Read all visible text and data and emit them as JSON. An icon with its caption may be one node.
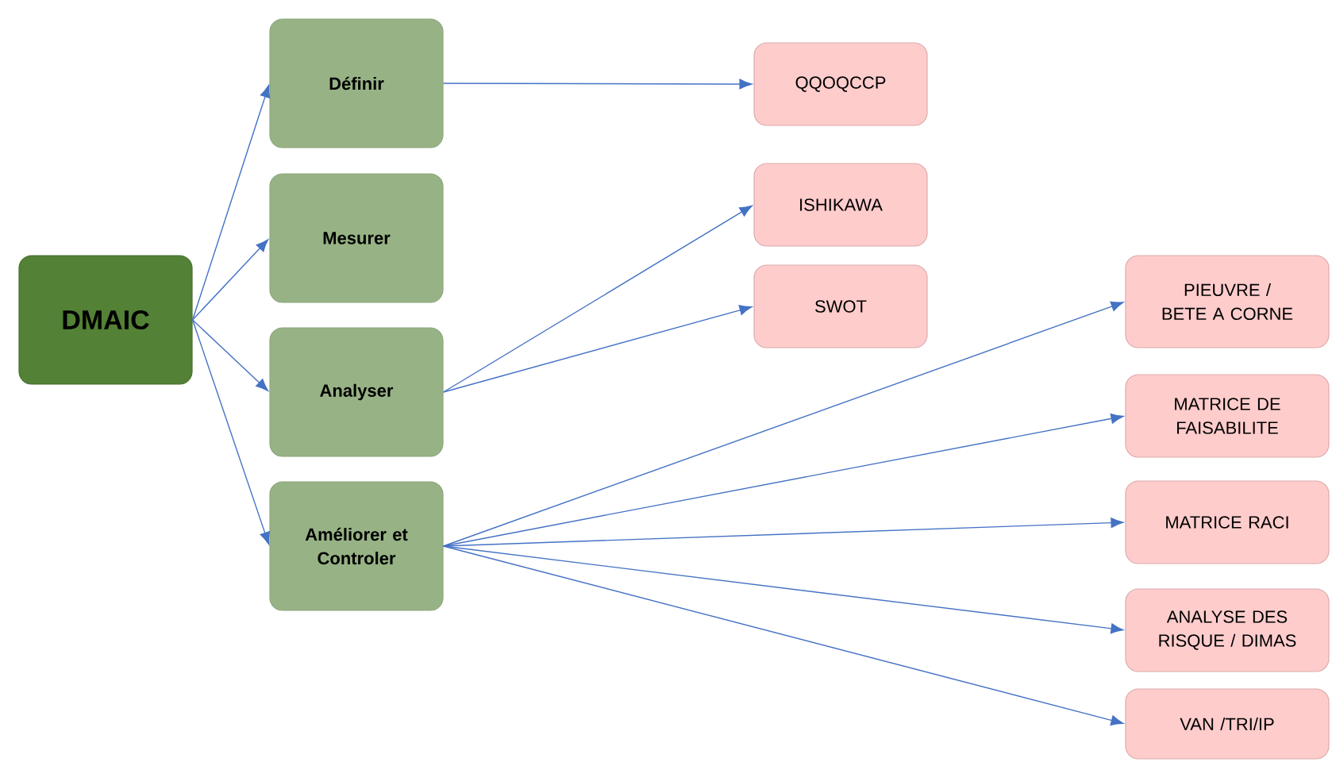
{
  "diagram": {
    "nodes": [
      {
        "text": [
          "DMAIC"
        ]
      },
      {
        "text": [
          "Définir"
        ]
      },
      {
        "text": [
          "Mesurer"
        ]
      },
      {
        "text": [
          "Analyser"
        ]
      },
      {
        "text": [
          "Améliorer et Controler"
        ]
      },
      {
        "text": [
          "QQOQCCP"
        ]
      },
      {
        "text": [
          "ISHIKAWA"
        ]
      },
      {
        "text": [
          "SWOT"
        ]
      },
      {
        "text": [
          "PIEUVRE / BETE A CORNE"
        ]
      },
      {
        "text": [
          "MATRICE DE FAISABILITE"
        ]
      },
      {
        "text": [
          "MATRICE RACI"
        ]
      },
      {
        "text": [
          "ANALYSE DES RISQUE / DIMAS"
        ]
      },
      {
        "text": [
          "VAN /TRI/IP"
        ]
      }
    ],
    "edges": [
      {
        "from": 0,
        "to": 1,
        "arrow": "to"
      },
      {
        "from": 0,
        "to": 2,
        "arrow": "to"
      },
      {
        "from": 0,
        "to": 3,
        "arrow": "to"
      },
      {
        "from": 0,
        "to": 4,
        "arrow": "to"
      },
      {
        "from": 1,
        "to": 5,
        "arrow": "to"
      },
      {
        "from": 3,
        "to": 6,
        "arrow": "to"
      },
      {
        "from": 3,
        "to": 7,
        "arrow": "to"
      },
      {
        "from": 4,
        "to": 8,
        "arrow": "to"
      },
      {
        "from": 4,
        "to": 9,
        "arrow": "to"
      },
      {
        "from": 4,
        "to": 10,
        "arrow": "to"
      },
      {
        "from": 4,
        "to": 11,
        "arrow": "to"
      },
      {
        "from": 4,
        "to": 12,
        "arrow": "to"
      }
    ]
  }
}
